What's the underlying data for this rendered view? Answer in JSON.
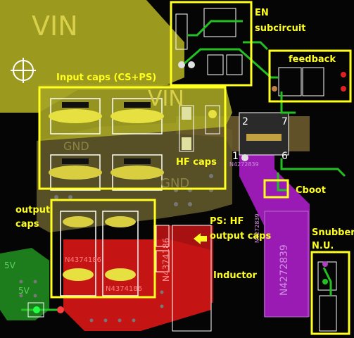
{
  "net_labels": {
    "vin_main": "VIN",
    "vin_inner": "VIN",
    "gnd_left": "GND",
    "gnd_right": "GND",
    "v5_top": "5V",
    "v5_bottom": "5V",
    "net_red_a": "N4374186",
    "net_red_b": "N4374186",
    "net_red_v": "N4374186",
    "net_purple_top": "N4272839",
    "net_purple_v": "N4272839",
    "net_purple_small": "N4272839"
  },
  "pin_numbers": {
    "p2": "2",
    "p7": "7",
    "p1": "1",
    "p6": "6"
  },
  "annotations": {
    "en_line1": "EN",
    "en_line2": "subcircuit",
    "feedback": "feedback",
    "input_caps": "Input caps (CS+PS)",
    "hf_caps": "HF caps",
    "cboot": "Cboot",
    "output_line1": "output",
    "output_line2": "caps",
    "ps_line1": "PS: HF",
    "ps_line2": "output caps",
    "inductor": "Inductor",
    "snubber_line1": "Snubber",
    "snubber_line2": "N.U."
  },
  "colors": {
    "background": "#050505",
    "vin_copper": "#9c9a1e",
    "gnd_copper": "#5c5327",
    "sw_copper": "#c41414",
    "boot_copper": "#9a1ab4",
    "v5_copper": "#1d7d1d",
    "trace_green": "#22c022",
    "pad_white": "#ffffff",
    "annotation_yellow": "#ffff20"
  }
}
